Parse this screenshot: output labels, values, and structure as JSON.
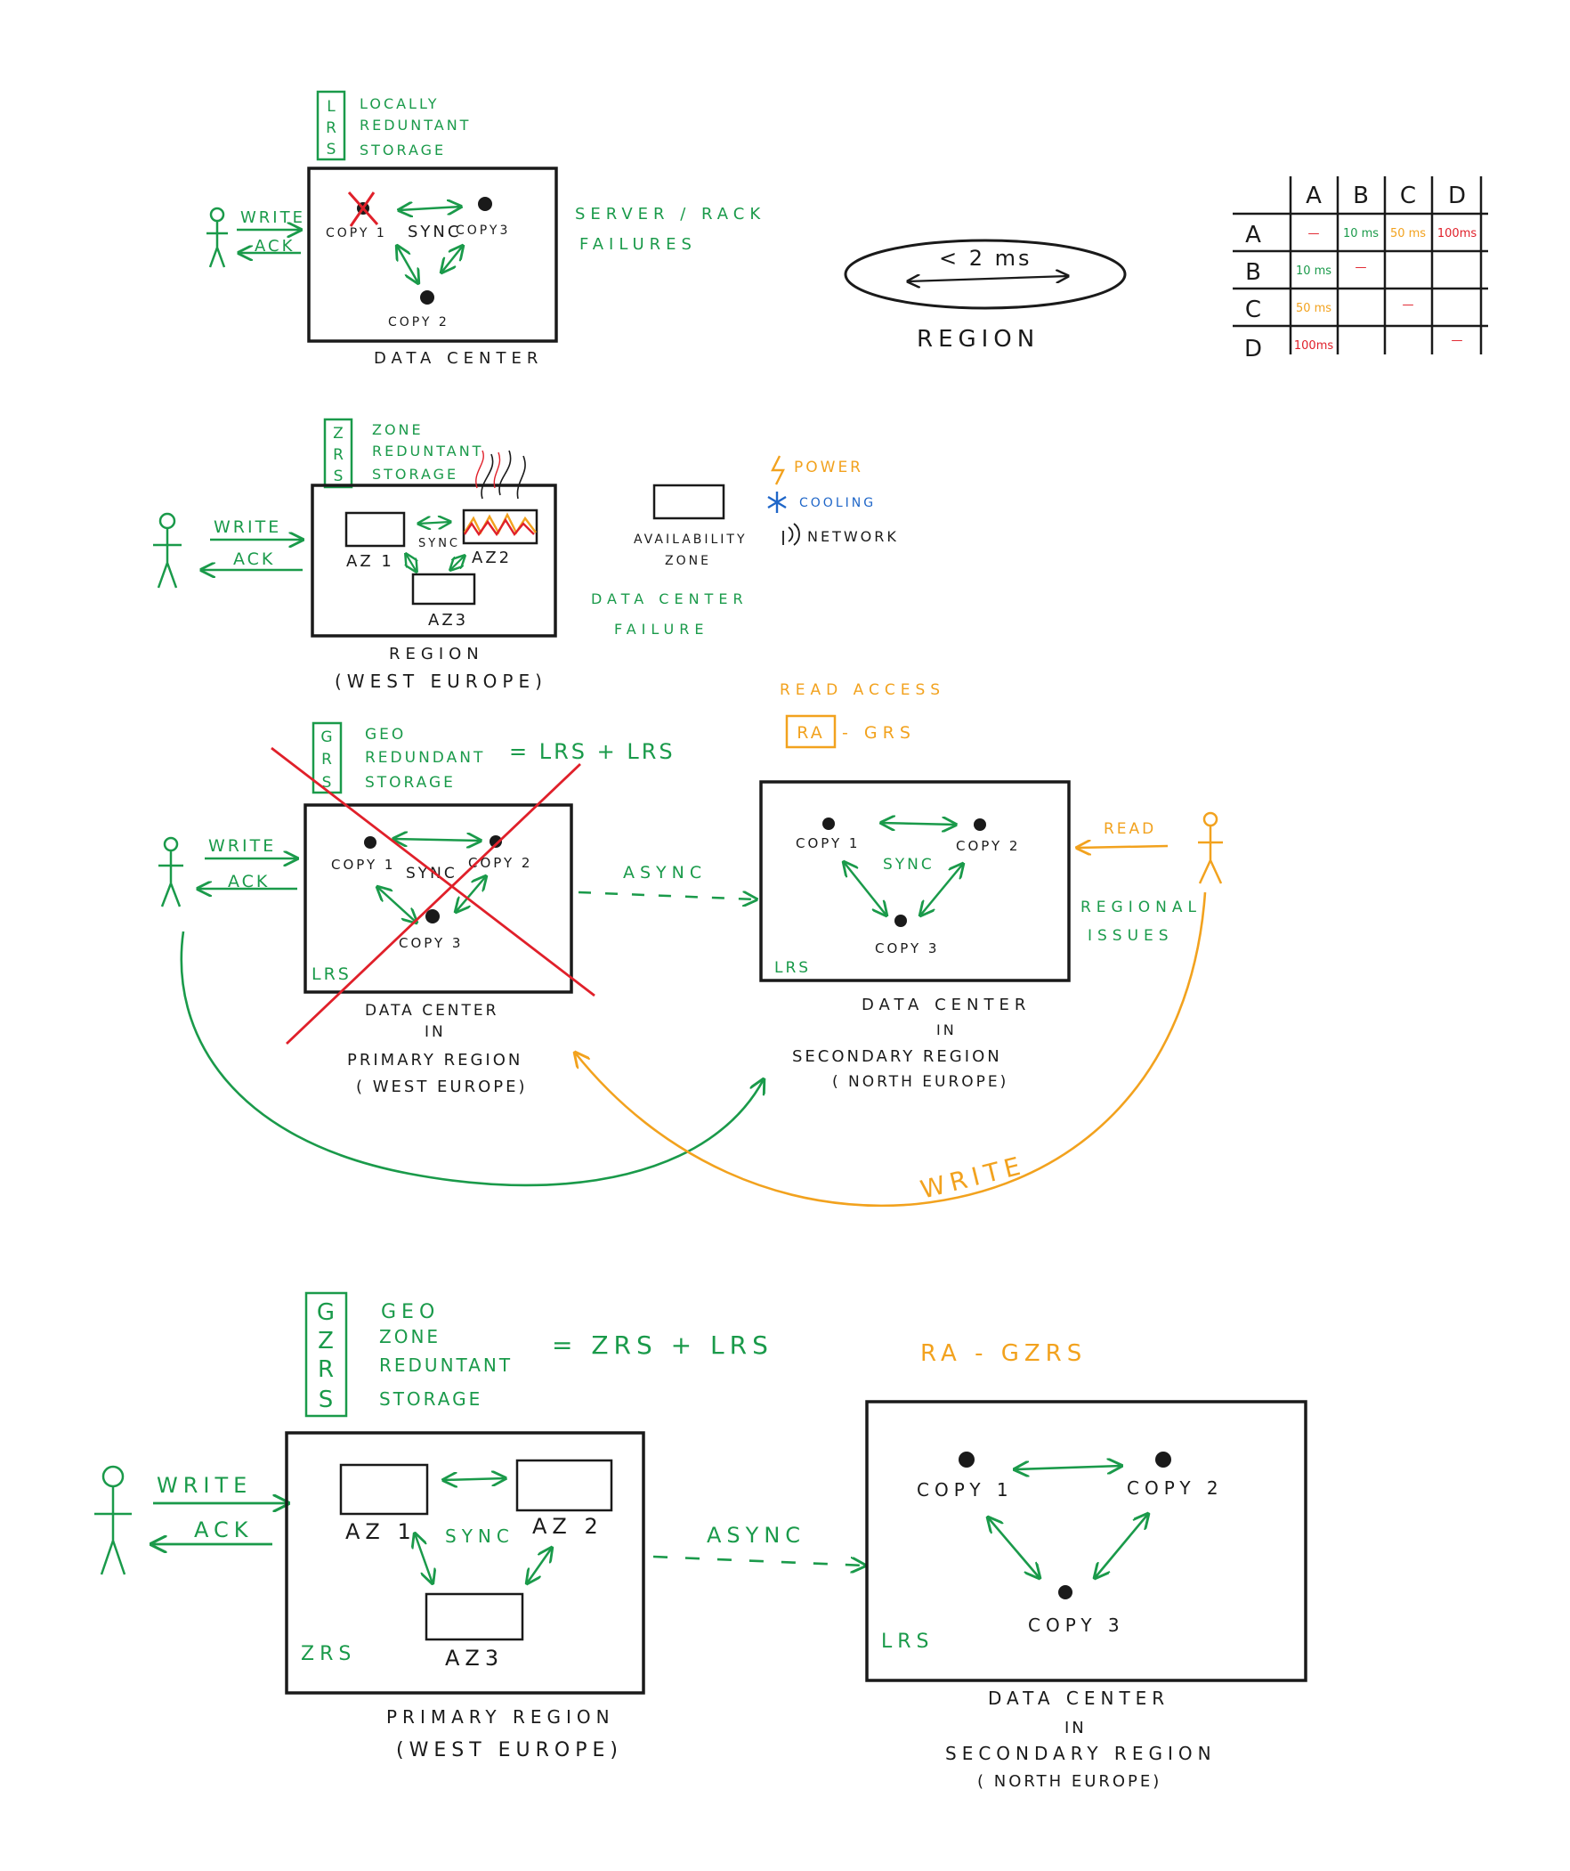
{
  "colors": {
    "ink": "#1a1a1a",
    "green": "#1a9a4a",
    "orange": "#f2a21e",
    "red": "#e0202a",
    "blue": "#1f66c8"
  },
  "lrs": {
    "acronym": [
      "L",
      "R",
      "S"
    ],
    "words": [
      "LOCALLY",
      "REDUNTANT",
      "STORAGE"
    ],
    "write": "WRITE",
    "ack": "ACK",
    "copies": [
      "COPY 1",
      "COPY 2",
      "COPY3"
    ],
    "sync": "SYNC",
    "box_label": "DATA CENTER",
    "failures": [
      "SERVER / RACK",
      "FAILURES"
    ]
  },
  "region": {
    "latency": "< 2 ms",
    "label": "REGION"
  },
  "latency_table": {
    "columns": [
      "A",
      "B",
      "C",
      "D"
    ],
    "rows": [
      {
        "name": "A",
        "cells": [
          "—",
          "10 ms",
          "50 ms",
          "100ms"
        ]
      },
      {
        "name": "B",
        "cells": [
          "10 ms",
          "—",
          "",
          ""
        ]
      },
      {
        "name": "C",
        "cells": [
          "50 ms",
          "",
          "—",
          ""
        ]
      },
      {
        "name": "D",
        "cells": [
          "100ms",
          "",
          "",
          "—"
        ]
      }
    ]
  },
  "zrs": {
    "acronym": [
      "Z",
      "R",
      "S"
    ],
    "words": [
      "ZONE",
      "REDUNTANT",
      "STORAGE"
    ],
    "write": "WRITE",
    "ack": "ACK",
    "zones": [
      "AZ 1",
      "AZ2",
      "AZ3"
    ],
    "sync": "SYNC",
    "box_label": [
      "REGION",
      "(WEST EUROPE)"
    ],
    "az_label": [
      "AVAILABILITY",
      "ZONE"
    ],
    "power": "POWER",
    "cooling": "COOLING",
    "network": "NETWORK",
    "failure": [
      "DATA CENTER",
      "FAILURE"
    ]
  },
  "grs": {
    "read_access": "READ ACCESS",
    "ra_box": "RA",
    "ra_rest": "- GRS",
    "acronym": [
      "G",
      "R",
      "S"
    ],
    "words": [
      "GEO",
      "REDUNDANT",
      "STORAGE"
    ],
    "equation": "= LRS + LRS",
    "write": "WRITE",
    "ack": "ACK",
    "primary_copies": [
      "COPY 1",
      "COPY 2",
      "COPY 3"
    ],
    "secondary_copies": [
      "COPY 1",
      "COPY 2",
      "COPY 3"
    ],
    "sync": "SYNC",
    "async": "ASYNC",
    "lrs_tag": "LRS",
    "primary_label": [
      "DATA CENTER",
      "IN",
      "PRIMARY REGION",
      "( WEST EUROPE)"
    ],
    "secondary_label": [
      "DATA CENTER",
      "IN",
      "SECONDARY REGION",
      "( NORTH EUROPE)"
    ],
    "read": "READ",
    "regional_issues": [
      "REGIONAL",
      "ISSUES"
    ],
    "failover_write": "WRITE"
  },
  "gzrs": {
    "acronym": [
      "G",
      "Z",
      "R",
      "S"
    ],
    "words": [
      "GEO",
      "ZONE",
      "REDUNTANT",
      "STORAGE"
    ],
    "equation": "= ZRS + LRS",
    "ra_label": "RA - GZRS",
    "write": "WRITE",
    "ack": "ACK",
    "zones": [
      "AZ 1",
      "AZ 2",
      "AZ3"
    ],
    "sync": "SYNC",
    "async": "ASYNC",
    "zrs_tag": "ZRS",
    "lrs_tag": "LRS",
    "copies": [
      "COPY 1",
      "COPY 2",
      "COPY 3"
    ],
    "primary_label": [
      "PRIMARY REGION",
      "(WEST EUROPE)"
    ],
    "secondary_label": [
      "DATA CENTER",
      "IN",
      "SECONDARY REGION",
      "( NORTH EUROPE)"
    ]
  }
}
